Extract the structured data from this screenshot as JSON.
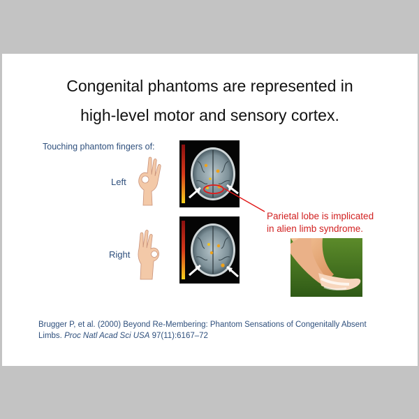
{
  "slide": {
    "title_line1": "Congenital phantoms are represented in",
    "title_line2": "high-level motor and sensory cortex.",
    "caption": "Touching phantom fingers of:",
    "label_left": "Left",
    "label_right": "Right",
    "callout_line1": "Parietal lobe is implicated",
    "callout_line2": "in alien limb syndrome.",
    "citation": {
      "authors": "Brugger P, et al. (2000) Beyond Re-Membering: Phantom Sensations of Congenitally Absent Limbs.",
      "journal": "Proc Natl Acad Sci USA",
      "ref": "97(11):6167–72"
    }
  },
  "colors": {
    "title": "#111111",
    "body_text": "#2e4f7c",
    "callout": "#d11f1f",
    "page_bg": "#c3c3c3"
  }
}
